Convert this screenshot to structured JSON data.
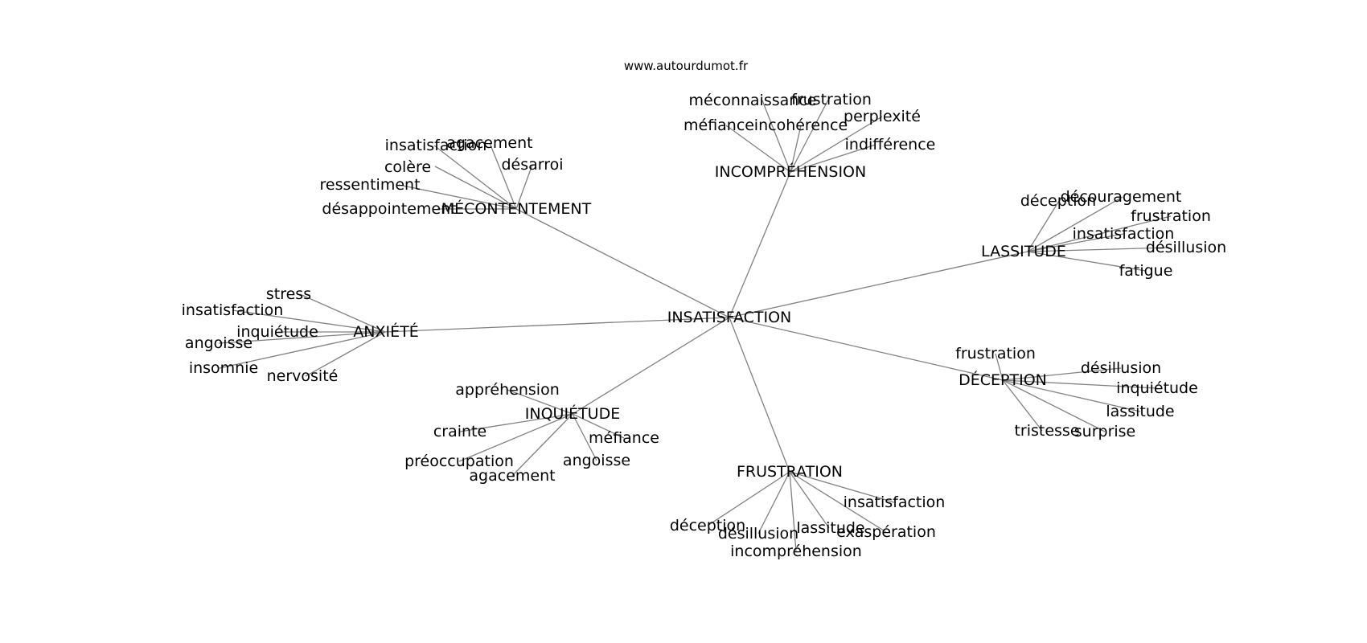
{
  "source": "www.autourdumot.fr",
  "colors": {
    "edge": "#808080",
    "text": "#000000",
    "background": "#ffffff"
  },
  "root": "INSATISFACTION",
  "clusters": [
    {
      "label": "MÉCONTENTEMENT",
      "words": [
        "insatisfaction",
        "agacement",
        "désarroi",
        "colère",
        "ressentiment",
        "désappointement"
      ]
    },
    {
      "label": "INCOMPRÉHENSION",
      "words": [
        "méconnaissance",
        "frustration",
        "méfiance",
        "incohérence",
        "perplexité",
        "indifférence"
      ]
    },
    {
      "label": "LASSITUDE",
      "words": [
        "déception",
        "découragement",
        "frustration",
        "insatisfaction",
        "désillusion",
        "fatigue"
      ]
    },
    {
      "label": "ANXIÉTÉ",
      "words": [
        "stress",
        "insatisfaction",
        "inquiétude",
        "angoisse",
        "insomnie",
        "nervosité"
      ]
    },
    {
      "label": "DÉCEPTION",
      "words": [
        "frustration",
        "désillusion",
        "inquiétude",
        "lassitude",
        "tristesse",
        "surprise"
      ]
    },
    {
      "label": "INQUIÉTUDE",
      "words": [
        "appréhension",
        "crainte",
        "méfiance",
        "préoccupation",
        "angoisse",
        "agacement"
      ]
    },
    {
      "label": "FRUSTRATION",
      "words": [
        "insatisfaction",
        "déception",
        "désillusion",
        "lassitude",
        "exaspération",
        "incompréhension"
      ]
    }
  ]
}
